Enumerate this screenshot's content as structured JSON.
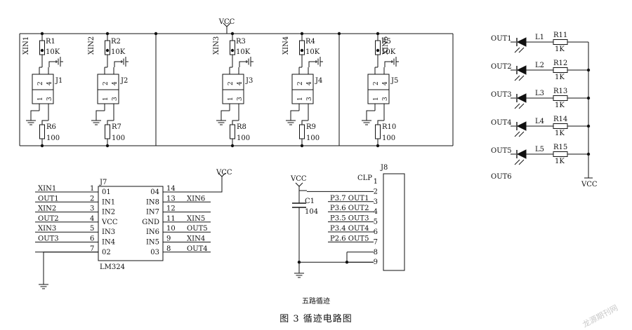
{
  "sensor_circuit": {
    "vcc_label": "VCC",
    "stages": [
      {
        "xin": "XIN1",
        "r_top": "R1",
        "r_top_val": "10K",
        "jack": "J1",
        "r_bot": "R6",
        "r_bot_val": "100"
      },
      {
        "xin": "XIN2",
        "r_top": "R2",
        "r_top_val": "10K",
        "jack": "J2",
        "r_bot": "R7",
        "r_bot_val": "100"
      },
      {
        "xin": "XIN3",
        "r_top": "R3",
        "r_top_val": "10K",
        "jack": "J3",
        "r_bot": "R8",
        "r_bot_val": "100"
      },
      {
        "xin": "XIN4",
        "r_top": "R4",
        "r_top_val": "10K",
        "jack": "J4",
        "r_bot": "R9",
        "r_bot_val": "100"
      },
      {
        "xin": "XIN5",
        "r_top": "R5",
        "r_top_val": "10K",
        "jack": "J5",
        "r_bot": "R10",
        "r_bot_val": "100"
      }
    ],
    "jack_pins": [
      "2",
      "4",
      "1",
      "3"
    ]
  },
  "led_panel": {
    "rows": [
      {
        "out": "OUT1",
        "led": "L1",
        "res": "R11",
        "val": "1K"
      },
      {
        "out": "OUT2",
        "led": "L2",
        "res": "R12",
        "val": "1K"
      },
      {
        "out": "OUT3",
        "led": "L3",
        "res": "R13",
        "val": "1K"
      },
      {
        "out": "OUT4",
        "led": "L4",
        "res": "R14",
        "val": "1K"
      },
      {
        "out": "OUT5",
        "led": "L5",
        "res": "R15",
        "val": "1K"
      }
    ],
    "out6": "OUT6",
    "vcc_label": "VCC"
  },
  "comparator": {
    "ref": "J7",
    "part": "LM324",
    "vcc_label": "VCC",
    "left_pins": [
      {
        "net": "XIN1",
        "num": "1",
        "name": "01"
      },
      {
        "net": "OUT1",
        "num": "2",
        "name": "IN1"
      },
      {
        "net": "XIN2",
        "num": "3",
        "name": "IN2"
      },
      {
        "net": "OUT2",
        "num": "4",
        "name": "VCC"
      },
      {
        "net": "XIN3",
        "num": "5",
        "name": "IN3"
      },
      {
        "net": "OUT3",
        "num": "6",
        "name": "IN4"
      },
      {
        "net": "",
        "num": "7",
        "name": "02"
      }
    ],
    "right_pins": [
      {
        "name": "04",
        "num": "14",
        "net": ""
      },
      {
        "name": "IN8",
        "num": "13",
        "net": "XIN6"
      },
      {
        "name": "IN7",
        "num": "12",
        "net": ""
      },
      {
        "name": "GND",
        "num": "11",
        "net": "XIN5"
      },
      {
        "name": "IN6",
        "num": "10",
        "net": "OUT5"
      },
      {
        "name": "IN5",
        "num": "9",
        "net": "XIN4"
      },
      {
        "name": "03",
        "num": "8",
        "net": "OUT4"
      }
    ]
  },
  "connector": {
    "ref": "J8",
    "vcc_label": "VCC",
    "cap_ref": "C1",
    "cap_val": "104",
    "pins": [
      {
        "num": "1",
        "net": "CLP"
      },
      {
        "num": "2",
        "net": ""
      },
      {
        "num": "3",
        "net": "P3.7 OUT1"
      },
      {
        "num": "4",
        "net": "P3.6 OUT2"
      },
      {
        "num": "5",
        "net": "P3.5 OUT3"
      },
      {
        "num": "6",
        "net": "P3.4 OUT4"
      },
      {
        "num": "7",
        "net": "P2.6 OUT5"
      },
      {
        "num": "8",
        "net": ""
      },
      {
        "num": "9",
        "net": ""
      }
    ]
  },
  "caption_sub": "五路循迹",
  "caption_main": "图 3   循迹电路图",
  "watermark": "龙源期刊网"
}
